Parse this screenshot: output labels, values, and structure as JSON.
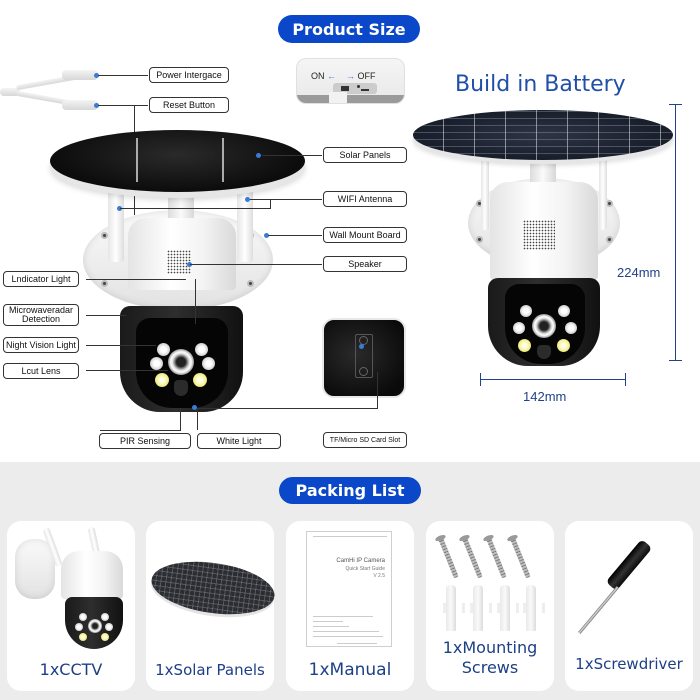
{
  "sections": {
    "product_size_title": "Product Size",
    "packing_list_title": "Packing List"
  },
  "switch_inset": {
    "on_label": "ON",
    "off_label": "OFF",
    "on_arrow": "←",
    "off_arrow": "→"
  },
  "callouts": {
    "power_interface": "Power Intergace",
    "reset_button": "Reset Button",
    "solar_panels": "Solar Panels",
    "wifi_antenna": "WIFI Antenna",
    "wall_mount_board": "Wall Mount Board",
    "speaker": "Speaker",
    "indicator_light": "Lndicator Light",
    "microwave_radar_line1": "Microwaveradar",
    "microwave_radar_line2": "Detection",
    "night_vision_light": "Night Vision Light",
    "icut_lens": "Lcut Lens",
    "pir_sensing": "PIR Sensing",
    "white_light": "White Light",
    "sd_card_slot": "TF/Micro SD Card Slot"
  },
  "right_view": {
    "title": "Build in Battery",
    "height_dimension": "224mm",
    "width_dimension": "142mm"
  },
  "packing_list": {
    "items": [
      {
        "label": "1xCCTV",
        "icon": "camera-icon"
      },
      {
        "label": "1xSolar Panels",
        "icon": "solar-panel-icon"
      },
      {
        "label": "1xManual",
        "icon": "manual-icon"
      },
      {
        "label_line1": "1xMounting",
        "label_line2": "Screws",
        "icon": "screws-icon"
      },
      {
        "label": "1xScrewdriver",
        "icon": "screwdriver-icon"
      }
    ],
    "manual_cover": {
      "title": "CamHi IP Camera",
      "subtitle": "Quick Start Guide",
      "version": "V 2.5"
    }
  },
  "colors": {
    "accent_blue": "#0a47c9",
    "dimension_blue": "#22428a",
    "label_blue": "#1c3f86",
    "packing_bg": "#ececec"
  }
}
